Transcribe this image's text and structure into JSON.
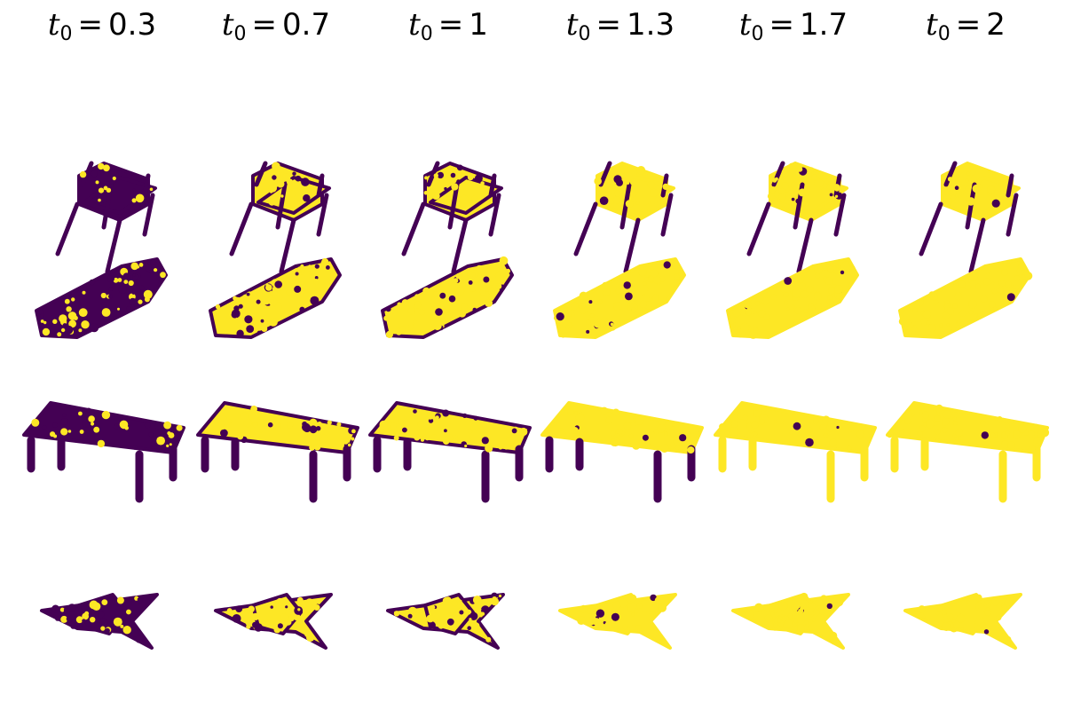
{
  "columns": [
    {
      "symbol": "t",
      "subscript": "0",
      "value": "0.3",
      "yellow_fraction": 0.5
    },
    {
      "symbol": "t",
      "subscript": "0",
      "value": "0.7",
      "yellow_fraction": 0.72
    },
    {
      "symbol": "t",
      "subscript": "0",
      "value": "1",
      "yellow_fraction": 0.82
    },
    {
      "symbol": "t",
      "subscript": "0",
      "value": "1.3",
      "yellow_fraction": 0.88
    },
    {
      "symbol": "t",
      "subscript": "0",
      "value": "1.7",
      "yellow_fraction": 0.93
    },
    {
      "symbol": "t",
      "subscript": "0",
      "value": "2",
      "yellow_fraction": 0.97
    }
  ],
  "rows": [
    {
      "object": "chair"
    },
    {
      "object": "car"
    },
    {
      "object": "table"
    },
    {
      "object": "airplane"
    }
  ],
  "colors": {
    "yellow": "#fde725",
    "purple": "#440154",
    "background": "#ffffff"
  }
}
